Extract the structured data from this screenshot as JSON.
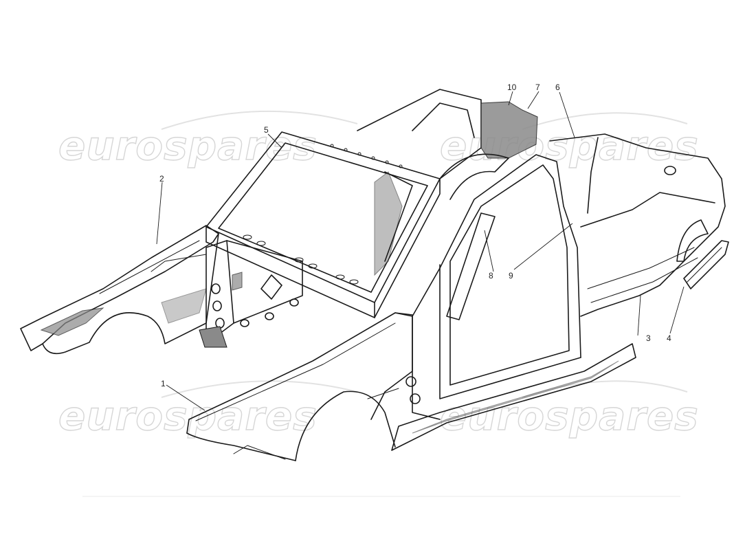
{
  "watermark": {
    "text": "eurospares",
    "color": "#d6d6d6"
  },
  "callouts": [
    {
      "id": "1",
      "label": "1"
    },
    {
      "id": "2",
      "label": "2"
    },
    {
      "id": "3",
      "label": "3"
    },
    {
      "id": "4",
      "label": "4"
    },
    {
      "id": "5",
      "label": "5"
    },
    {
      "id": "6",
      "label": "6"
    },
    {
      "id": "7",
      "label": "7"
    },
    {
      "id": "8",
      "label": "8"
    },
    {
      "id": "9",
      "label": "9"
    },
    {
      "id": "10",
      "label": "10"
    }
  ]
}
